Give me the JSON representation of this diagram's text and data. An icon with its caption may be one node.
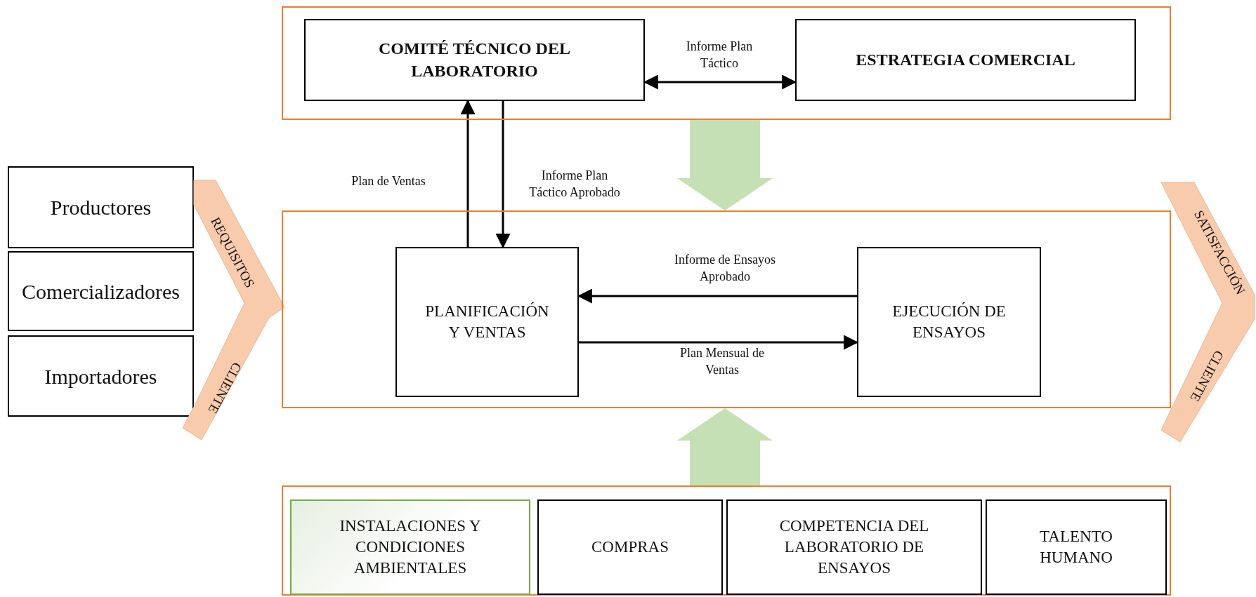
{
  "diagram": {
    "nodes": [
      {
        "text": [],
        "shape": "box"
      },
      {
        "text": [
          "COMITÉ TÉCNICO DEL LABORATORIO"
        ],
        "in": 0
      },
      {
        "text": [
          "ESTRATEGIA COMERCIAL"
        ],
        "in": 0
      },
      {
        "text": [
          "Productores"
        ]
      },
      {
        "text": [
          "Comercializadores"
        ]
      },
      {
        "text": [
          "Importadores"
        ]
      },
      {
        "text": [
          "REQUISITOS",
          "CLIENTE"
        ]
      },
      {
        "text": [],
        "shape": "box"
      },
      {
        "text": [
          "PLANIFICACIÓN Y VENTAS"
        ],
        "in": 7
      },
      {
        "text": [
          "EJECUCIÓN DE ENSAYOS"
        ],
        "in": 7
      },
      {
        "text": [
          "SATISFACCIÓN",
          "CLIENTE"
        ]
      },
      {
        "text": [],
        "shape": "box"
      },
      {
        "text": [
          "INSTALACIONES Y CONDICIONES AMBIENTALES"
        ],
        "in": 11
      },
      {
        "text": [
          "COMPRAS"
        ],
        "in": 11
      },
      {
        "text": [
          "COMPETENCIA DEL LABORATORIO DE ENSAYOS"
        ],
        "in": 11
      },
      {
        "text": [
          "TALENTO HUMANO"
        ],
        "in": 11
      }
    ],
    "edges": [
      {
        "from": 1,
        "to": 2,
        "arrow": "both",
        "label": "Informe Plan Táctico"
      },
      {
        "from": 8,
        "to": 1,
        "arrow": "to",
        "label": "Plan de Ventas"
      },
      {
        "from": 1,
        "to": 8,
        "arrow": "to",
        "label": "Informe Plan Táctico Aprobado"
      },
      {
        "from": 9,
        "to": 8,
        "arrow": "to",
        "label": "Informe de Ensayos Aprobado"
      },
      {
        "from": 8,
        "to": 9,
        "arrow": "to",
        "label": "Plan Mensual de Ventas"
      },
      {
        "from": 0,
        "to": 7,
        "arrow": "to",
        "style": "thick",
        "color": "#c5e0b4"
      },
      {
        "from": 11,
        "to": 7,
        "arrow": "to",
        "style": "thick",
        "color": "#c5e0b4"
      }
    ]
  }
}
